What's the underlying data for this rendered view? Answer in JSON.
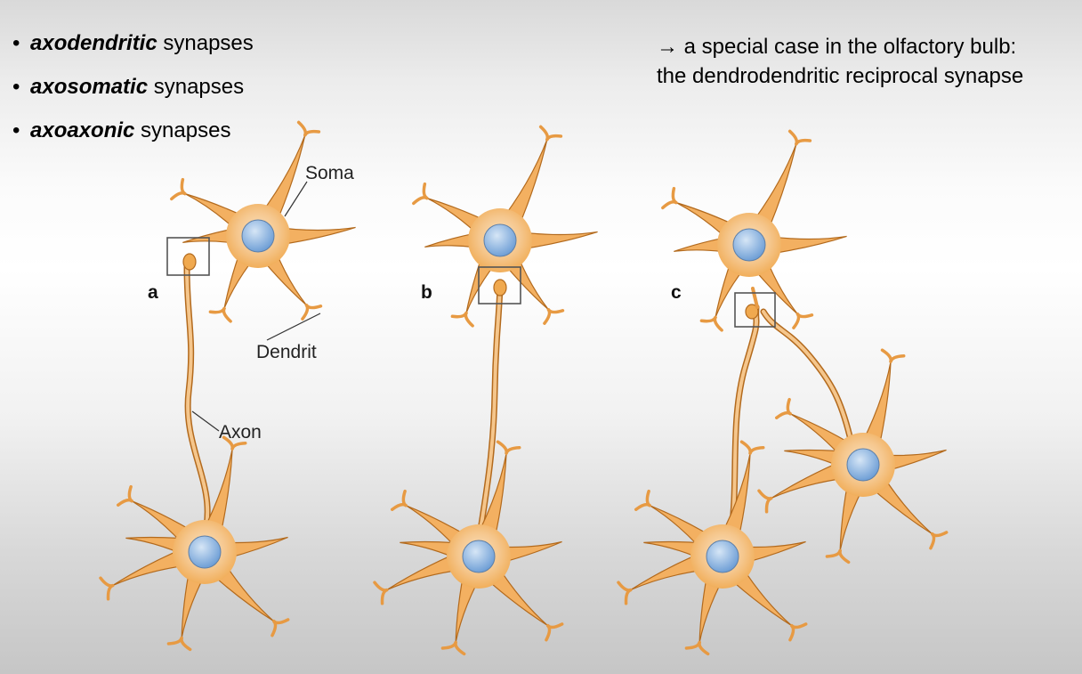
{
  "bullets": [
    {
      "term": "axodendritic",
      "rest": " synapses"
    },
    {
      "term": "axosomatic",
      "rest": " synapses"
    },
    {
      "term": "axoaxonic",
      "rest": " synapses"
    }
  ],
  "note": {
    "arrow": "→",
    "line1": " a special case in the olfactory bulb:",
    "line2": "the dendrodendritic reciprocal synapse"
  },
  "labels": {
    "soma": "Soma",
    "dendrit": "Dendrit",
    "axon": "Axon"
  },
  "panels": {
    "a": "a",
    "b": "b",
    "c": "c"
  },
  "colors": {
    "cell_fill": "#f3b061",
    "cell_light": "#fbe3c3",
    "cell_outline": "#b36a1d",
    "nucleus_fill": "#7fa8d8",
    "nucleus_light": "#c6dcf2",
    "box_outline": "#555555"
  }
}
